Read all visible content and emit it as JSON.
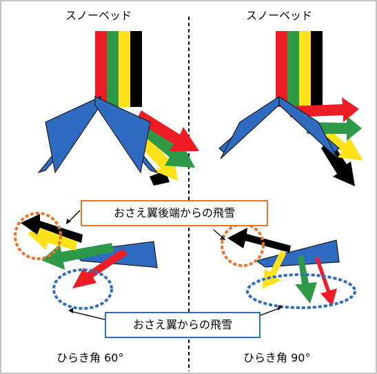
{
  "labels": {
    "left_title": "スノーベッド",
    "right_title": "スノーベッド",
    "callout_trailing": "おさえ翼後端からの飛雪",
    "callout_wing": "おさえ翼からの飛雪",
    "left_angle": "ひらき角 60°",
    "right_angle": "ひらき角 90°"
  },
  "colors": {
    "red": "#ee1c25",
    "green": "#2e9a47",
    "yellow": "#ffe21a",
    "black": "#000000",
    "wing_blue": "#2e6cc2",
    "wing_stroke": "#1a1a1a",
    "orange_circle": "#e8742a",
    "blue_circle": "#2e6cc2",
    "callout_trailing_border": "#e8742a",
    "callout_wing_border": "#2e6cc2"
  }
}
